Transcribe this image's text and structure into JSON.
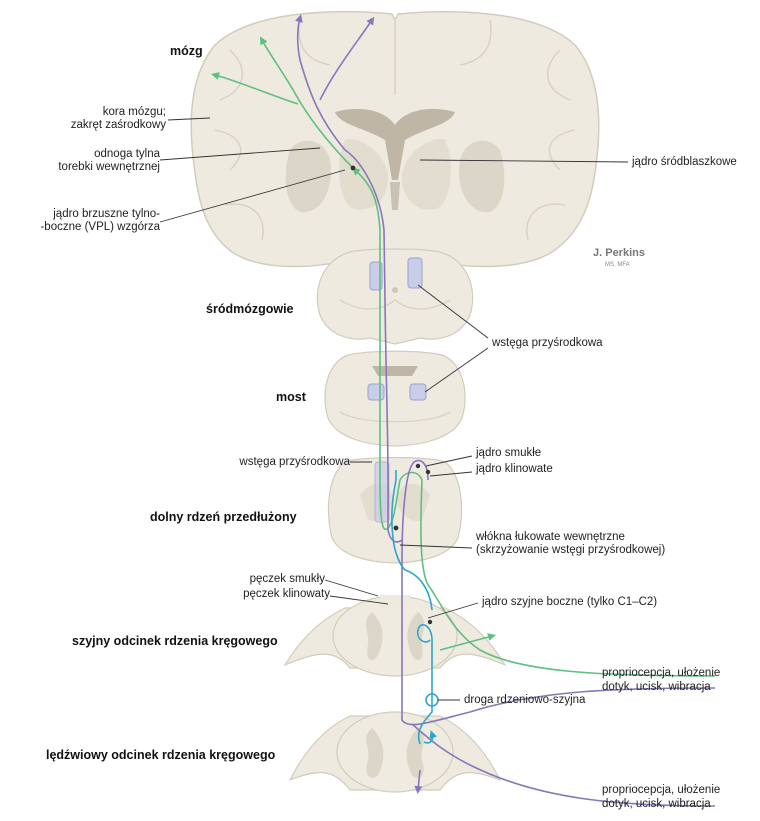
{
  "headings": {
    "brain": "mózg",
    "midbrain": "śródmózgowie",
    "pons": "most",
    "medulla": "dolny rdzeń przedłużony",
    "cervical": "szyjny odcinek rdzenia kręgowego",
    "lumbar": "lędźwiowy odcinek rdzenia kręgowego"
  },
  "labels": {
    "cortex_line1": "kora mózgu;",
    "cortex_line2": "zakręt zaśrodkowy",
    "capsule_line1": "odnoga tylna",
    "capsule_line2": "torebki wewnętrznej",
    "vpl_line1": "jądro brzuszne tylno-",
    "vpl_line2": "-boczne (VPL) wzgórza",
    "intralaminar": "jądro śródblaszkowe",
    "medial_lemniscus_right": "wstęga przyśrodkowa",
    "medial_lemniscus_left": "wstęga przyśrodkowa",
    "gracile_nucleus": "jądro smukłe",
    "cuneate_nucleus": "jądro klinowate",
    "arcuate_line1": "włókna łukowate wewnętrzne",
    "arcuate_line2": "(skrzyżowanie wstęgi przyśrodkowej)",
    "fasciculus_gracilis": "pęczek smukły",
    "fasciculus_cuneatus": "pęczek klinowaty",
    "lateral_cervical_nucleus": "jądro szyjne boczne (tylko C1–C2)",
    "proprio_upper": "propriocepcja, ułożenie",
    "touch_upper": "dotyk, ucisk, wibracja",
    "spinocervical_tract": "droga rdzeniowo-szyjna",
    "proprio_lower": "propriocepcja, ułożenie",
    "touch_lower": "dotyk, ucisk, wibracja"
  },
  "signature": {
    "name": "J. Perkins",
    "credentials": "MS, MFA"
  },
  "colors": {
    "tissue": "#eeeae0",
    "tissue_outline": "#d2ccbc",
    "deep": "#dcd6c8",
    "ventricle": "#bfb6a6",
    "green_pathway": "#5fbf7f",
    "purple_pathway": "#8877bb",
    "blue_pathway": "#2ea6cc",
    "lemniscus": "#c8cde8"
  }
}
